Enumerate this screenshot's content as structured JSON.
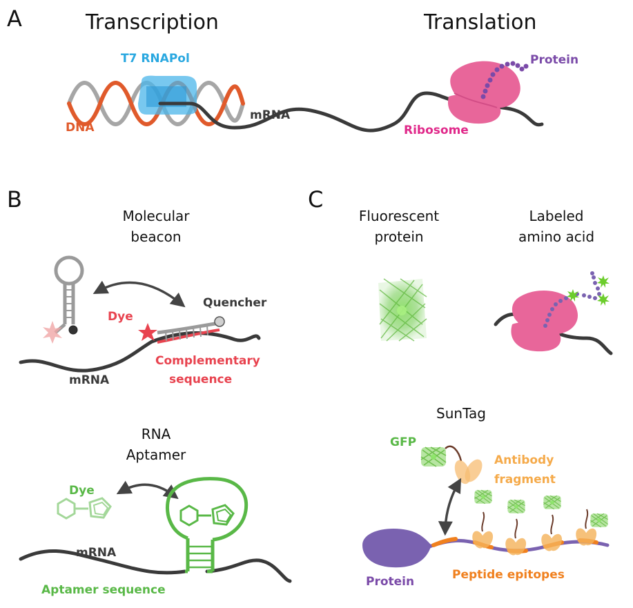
{
  "panels": {
    "a": {
      "letter": "A",
      "transcription_title": "Transcription",
      "translation_title": "Translation",
      "t7_label": "T7 RNAPol",
      "dna_label": "DNA",
      "mrna_label": "mRNA",
      "ribosome_label": "Ribosome",
      "protein_label": "Protein"
    },
    "b": {
      "letter": "B",
      "beacon_title_line1": "Molecular",
      "beacon_title_line2": "beacon",
      "quencher_label": "Quencher",
      "dye_label": "Dye",
      "complementary_line1": "Complementary",
      "complementary_line2": "sequence",
      "mrna_label": "mRNA",
      "aptamer_title_line1": "RNA",
      "aptamer_title_line2": "Aptamer",
      "aptamer_dye_label": "Dye",
      "aptamer_mrna_label": "mRNA",
      "aptamer_sequence_label": "Aptamer sequence"
    },
    "c": {
      "letter": "C",
      "fp_title_line1": "Fluorescent",
      "fp_title_line2": "protein",
      "laa_title_line1": "Labeled",
      "laa_title_line2": "amino acid",
      "suntag_title": "SunTag",
      "gfp_label": "GFP",
      "antibody_line1": "Antibody",
      "antibody_line2": "fragment",
      "protein_label": "Protein",
      "epitopes_label": "Peptide epitopes"
    }
  },
  "colors": {
    "dna": "#e05a2b",
    "t7": "#2aa8e0",
    "mrna": "#3a3a3a",
    "ribosome": "#e8669a",
    "protein": "#7a4aa8",
    "red": "#e8434f",
    "green": "#59b847",
    "orange": "#f5aa4a",
    "epitope": "#f0801e",
    "suntag_protein": "#7a62b0"
  }
}
